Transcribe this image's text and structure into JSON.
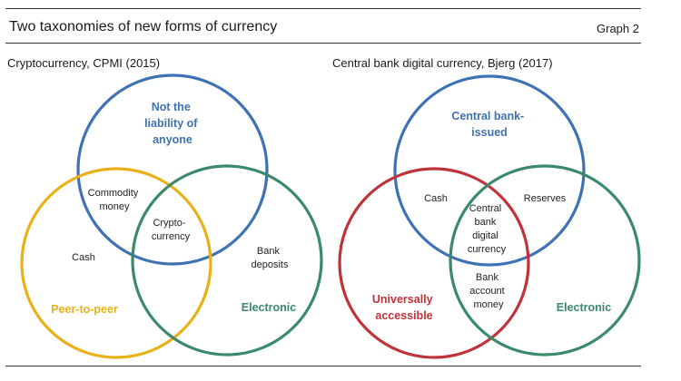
{
  "header": {
    "title": "Two taxonomies of new forms of currency",
    "graph_label": "Graph 2"
  },
  "left_diagram": {
    "subtitle": "Cryptocurrency, CPMI (2015)",
    "sets": {
      "top": [
        "Not the",
        "liability of",
        "anyone"
      ],
      "left": [
        "Peer-to-peer"
      ],
      "right": [
        "Electronic"
      ]
    },
    "regions": {
      "top_left": [
        "Commodity",
        "money"
      ],
      "center": [
        "Crypto-",
        "currency"
      ],
      "left_only": [
        "Cash"
      ],
      "right_only": [
        "Bank",
        "deposits"
      ]
    }
  },
  "right_diagram": {
    "subtitle": "Central bank digital currency, Bjerg (2017)",
    "sets": {
      "top": [
        "Central bank-",
        "issued"
      ],
      "left": [
        "Universally",
        "accessible"
      ],
      "right": [
        "Electronic"
      ]
    },
    "regions": {
      "top_left": [
        "Cash"
      ],
      "center": [
        "Central",
        "bank",
        "digital",
        "currency"
      ],
      "top_right": [
        "Reserves"
      ],
      "bottom": [
        "Bank",
        "account",
        "money"
      ]
    }
  },
  "colors": {
    "blue": "#3f72b4",
    "yellow": "#e9b018",
    "green": "#3a8a6a",
    "red": "#c0333a"
  }
}
